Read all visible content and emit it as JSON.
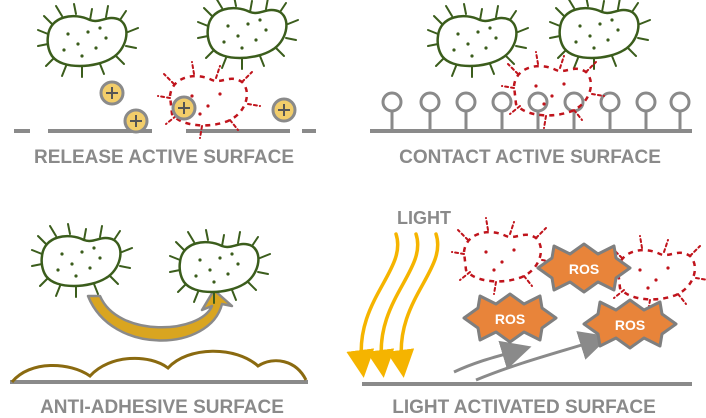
{
  "panels": {
    "release": {
      "label": "RELEASE ACTIVE SURFACE"
    },
    "contact": {
      "label": "CONTACT ACTIVE SURFACE"
    },
    "antiadhesive": {
      "label": "ANTI-ADHESIVE SURFACE"
    },
    "light": {
      "label": "LIGHT ACTIVATED SURFACE",
      "light_label": "LIGHT",
      "ros_label": "ROS"
    }
  },
  "colors": {
    "bacteria": "#3b5d1c",
    "dead_bacteria": "#c0141c",
    "surface": "#8a8a8a",
    "label": "#8a8a8a",
    "ion_fill": "#f2cd6a",
    "light_ray": "#f5b400",
    "ros_fill": "#e8843a",
    "adhesive": "#8a6a10",
    "arrow_gold": "#d9a520"
  },
  "icons": {
    "ion": "plus-ion-icon",
    "bacterium": "bacterium-icon",
    "dead_bacterium": "dead-bacterium-icon",
    "ros": "ros-star-icon"
  }
}
